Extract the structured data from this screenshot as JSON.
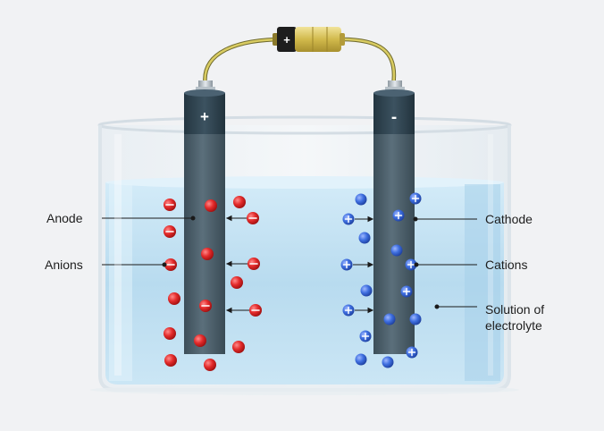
{
  "labels": {
    "anode": "Anode",
    "anions": "Anions",
    "cathode": "Cathode",
    "cations": "Cations",
    "solution_line1": "Solution of",
    "solution_line2": "electrolyte"
  },
  "battery": {
    "positive_symbol": "+"
  },
  "anode_electrode": {
    "symbol": "+"
  },
  "cathode_electrode": {
    "symbol": "-"
  },
  "colors": {
    "background": "#f1f2f4",
    "electrolyte": "#bcdcef",
    "electrode_body": "#4a5d68",
    "electrode_cap": "#2f4250",
    "wire": "#c9bb4a",
    "battery_body": "#d8c25a",
    "anion_red": "#e32b2b",
    "cation_blue": "#3f6fe0"
  }
}
